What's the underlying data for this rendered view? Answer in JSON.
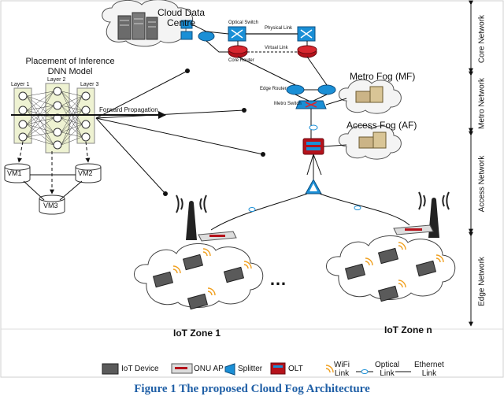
{
  "title_cloud": [
    "Cloud Data",
    "Centre"
  ],
  "placement_title": [
    "Placement of Inference",
    "DNN Model"
  ],
  "layers": [
    "Layer 1",
    "Layer 2",
    "Layer 3"
  ],
  "vms": [
    "VM1",
    "VM2",
    "VM3"
  ],
  "forward_propagation": "Forward Propagation",
  "optical_switch": "Optical Switch",
  "physical_link": "Physical Link",
  "virtual_link": "Virtual Link",
  "core_router": "Core Router",
  "edge_router": "Edge Router",
  "metro_switch": "Metro Switch",
  "metro_fog": "Metro Fog (MF)",
  "access_fog": "Access Fog (AF)",
  "iot_zone_1": "IoT Zone 1",
  "iot_zone_n": "IoT Zone n",
  "dots": "…",
  "networks": [
    "Core Network",
    "Metro Network",
    "Access Network",
    "Edge Network"
  ],
  "legend": {
    "iot_device": "IoT Device",
    "onu_ap": "ONU AP",
    "splitter": "Splitter",
    "olt": "OLT",
    "wifi_link": [
      "WiFi",
      "Link"
    ],
    "optical_link": [
      "Optical",
      "Link"
    ],
    "ethernet_link": [
      "Ethernet",
      "Link"
    ]
  },
  "caption": "Figure 1 The proposed Cloud Fog Architecture",
  "colors": {
    "caption": "#1f5fa6",
    "switch": "#1a8fd6",
    "router": "#b5121b",
    "cloud": "#f4f4f4"
  }
}
